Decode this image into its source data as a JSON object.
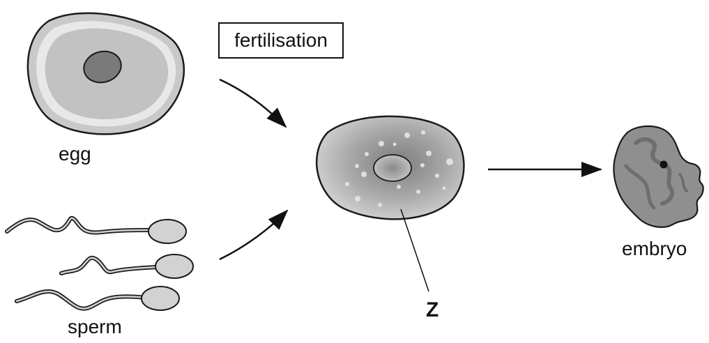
{
  "diagram": {
    "process_label": "fertilisation",
    "labels": {
      "egg": "egg",
      "sperm": "sperm",
      "zygote": "Z",
      "embryo": "embryo"
    },
    "colors": {
      "outline": "#1a1a1a",
      "cell_fill": "#c8c8c8",
      "cell_inner": "#e6e6e6",
      "nucleus": "#7a7a7a",
      "zygote_dark": "#8c8c8c",
      "zygote_light": "#d9d9d9",
      "embryo_fill": "#8f8f8f",
      "embryo_detail": "#6e6e6e",
      "sperm_fill": "#d2d2d2"
    }
  }
}
